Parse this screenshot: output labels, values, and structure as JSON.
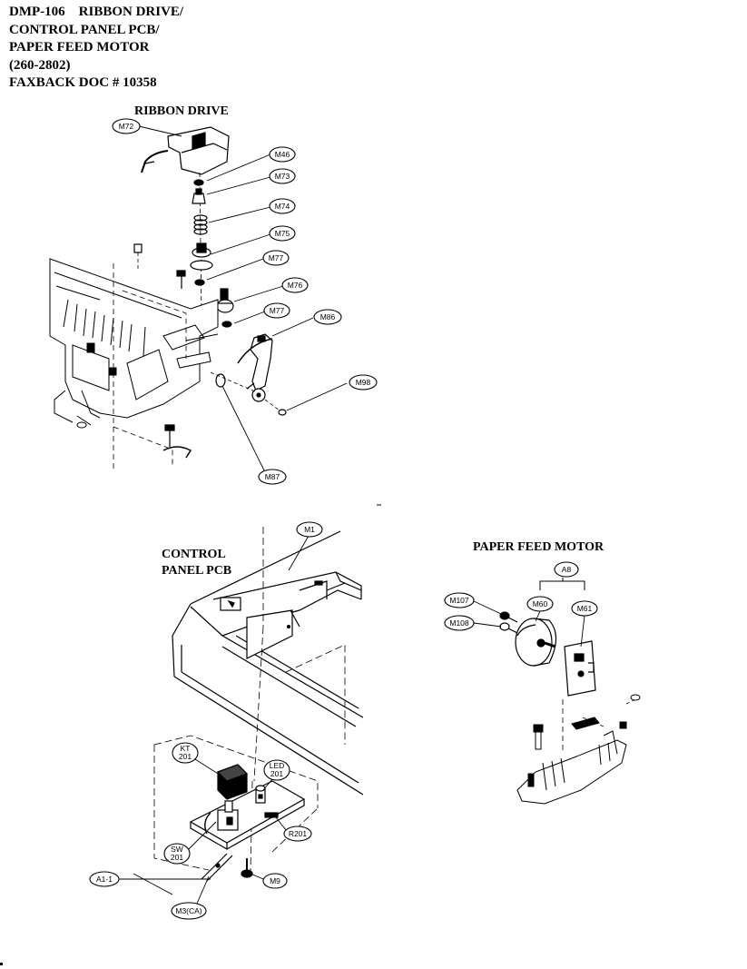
{
  "header": {
    "lines": [
      "DMP-106    RIBBON DRIVE/",
      "CONTROL PANEL PCB/",
      "PAPER FEED MOTOR",
      "(260-2802)",
      "FAXBACK DOC # 10358"
    ]
  },
  "sections": {
    "ribbon_drive": "RIBBON DRIVE",
    "control_panel_1": "CONTROL",
    "control_panel_2": "PANEL PCB",
    "paper_feed_motor": "PAPER FEED MOTOR"
  },
  "callouts": {
    "m72": "M72",
    "m46": "M46",
    "m73": "M73",
    "m74": "M74",
    "m75": "M75",
    "m77a": "M77",
    "m76": "M76",
    "m77b": "M77",
    "m86": "M86",
    "m98": "M98",
    "m87": "M87",
    "m1": "M1",
    "kt201_1": "KT",
    "kt201_2": "201",
    "led201_1": "LED",
    "led201_2": "201",
    "r201": "R201",
    "sw201_1": "SW",
    "sw201_2": "201",
    "a1_1": "A1-1",
    "m9": "M9",
    "m3ca": "M3(CA)",
    "a8": "A8",
    "m107": "M107",
    "m108": "M108",
    "m60": "M60",
    "m61": "M61"
  }
}
